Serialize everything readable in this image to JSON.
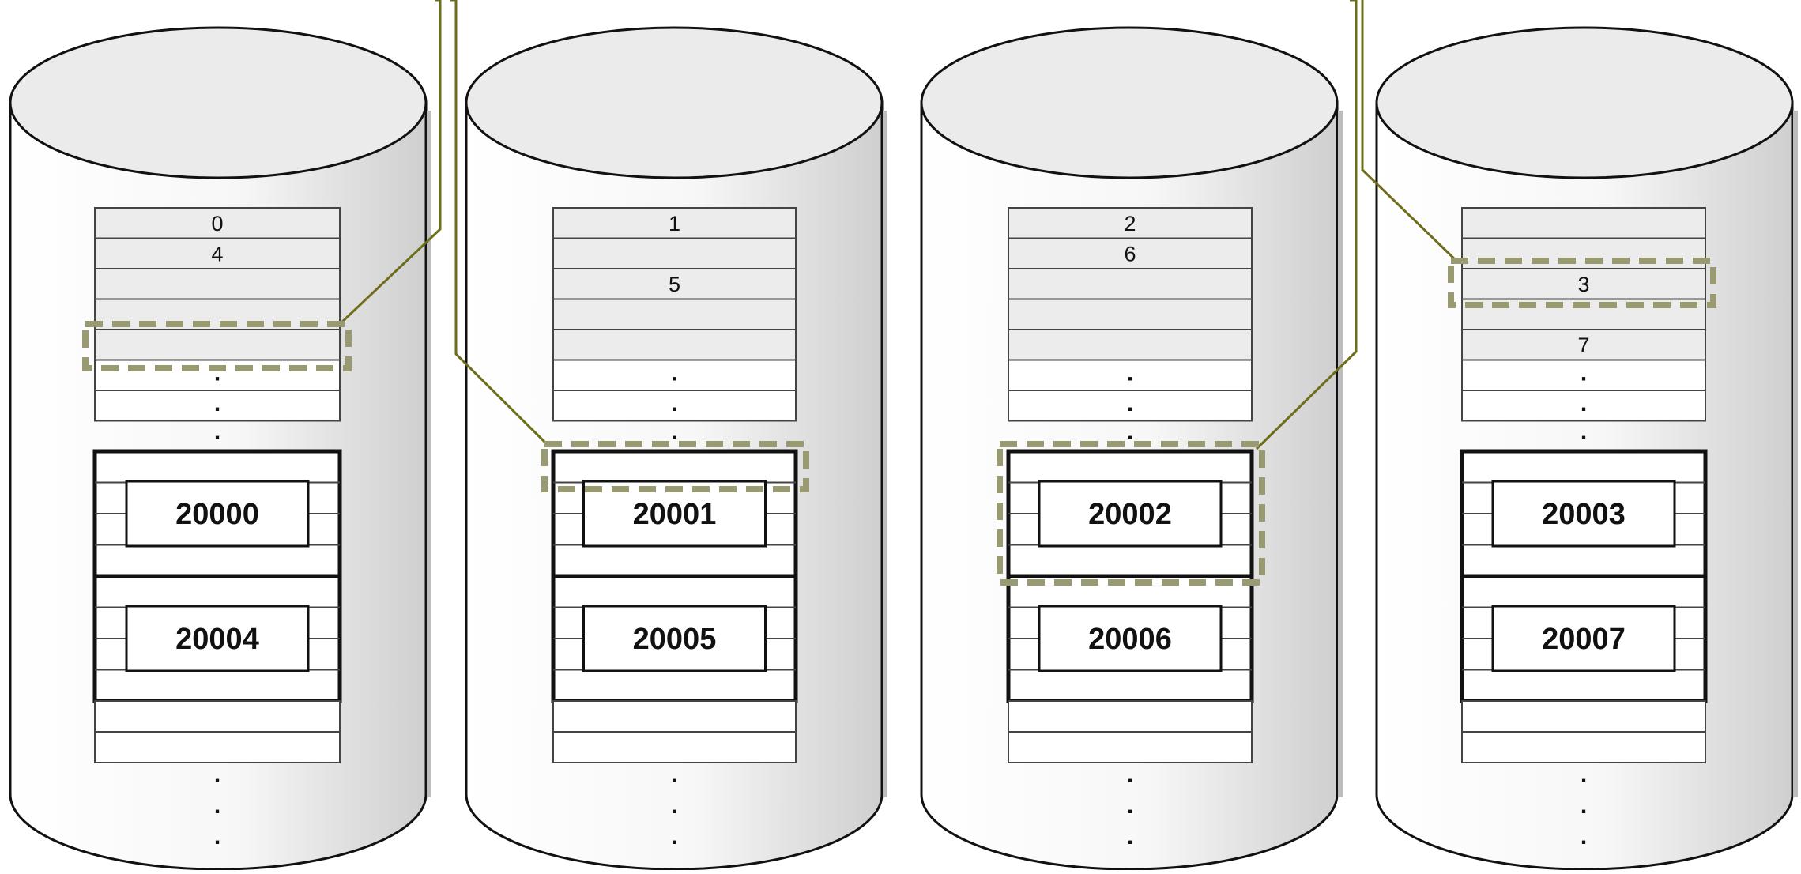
{
  "colors": {
    "cylinder_top": "#ebebeb",
    "cylinder_light": "#ffffff",
    "cylinder_shade": "#cfcfcf",
    "row_fill": "#ececec",
    "highlight_dash": "#9a9a72",
    "leader_line": "#6e6e1a"
  },
  "disks": [
    {
      "top_labels": [
        "0",
        "4",
        "",
        "",
        "",
        "",
        ""
      ],
      "blocks": [
        "20000",
        "20004"
      ]
    },
    {
      "top_labels": [
        "1",
        "",
        "5",
        "",
        "",
        "",
        ""
      ],
      "blocks": [
        "20001",
        "20005"
      ]
    },
    {
      "top_labels": [
        "2",
        "6",
        "",
        "",
        "",
        "",
        ""
      ],
      "blocks": [
        "20002",
        "20006"
      ]
    },
    {
      "top_labels": [
        "",
        "",
        "3",
        "",
        "7",
        "",
        ""
      ],
      "blocks": [
        "20003",
        "20007"
      ]
    }
  ],
  "highlights": [
    {
      "disk": 0,
      "target": "stripe-row"
    },
    {
      "disk": 1,
      "target": "block-header"
    },
    {
      "disk": 2,
      "target": "block"
    },
    {
      "disk": 3,
      "target": "stripe-row"
    }
  ]
}
